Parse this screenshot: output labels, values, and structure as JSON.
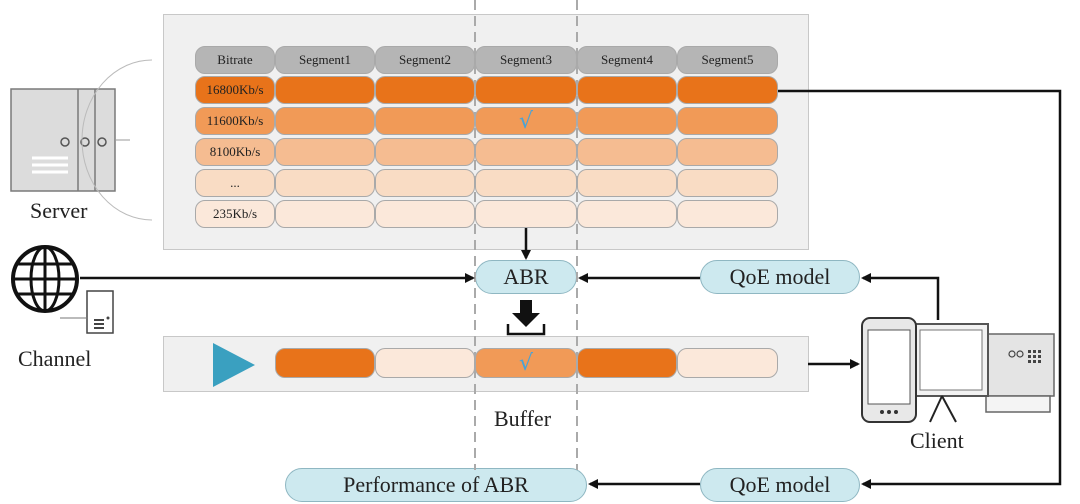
{
  "colors": {
    "level_0": "#e8731a",
    "level_1": "#f19a57",
    "level_2": "#f5bc91",
    "level_3": "#f9dcc4",
    "level_4": "#fbe8da",
    "header": "#b5b5b5",
    "pill_fill": "#cde9ef",
    "check": "#4aa3d6",
    "play": "#3aa0c0"
  },
  "server": {
    "label": "Server"
  },
  "channel": {
    "label": "Channel"
  },
  "client": {
    "label": "Client"
  },
  "table": {
    "header": [
      "Bitrate",
      "Segment1",
      "Segment2",
      "Segment3",
      "Segment4",
      "Segment5"
    ],
    "bitrates": [
      "16800Kb/s",
      "11600Kb/s",
      "8100Kb/s",
      "...",
      "235Kb/s"
    ],
    "selected": {
      "row": 1,
      "col": 2
    }
  },
  "abr": {
    "label": "ABR"
  },
  "qoe_top": {
    "label": "QoE model"
  },
  "qoe_bottom": {
    "label": "QoE model"
  },
  "performance": {
    "label": "Performance of ABR"
  },
  "buffer": {
    "label": "Buffer",
    "segments": [
      0,
      4,
      1,
      0,
      4
    ],
    "selected": 2
  },
  "check_mark": "√"
}
